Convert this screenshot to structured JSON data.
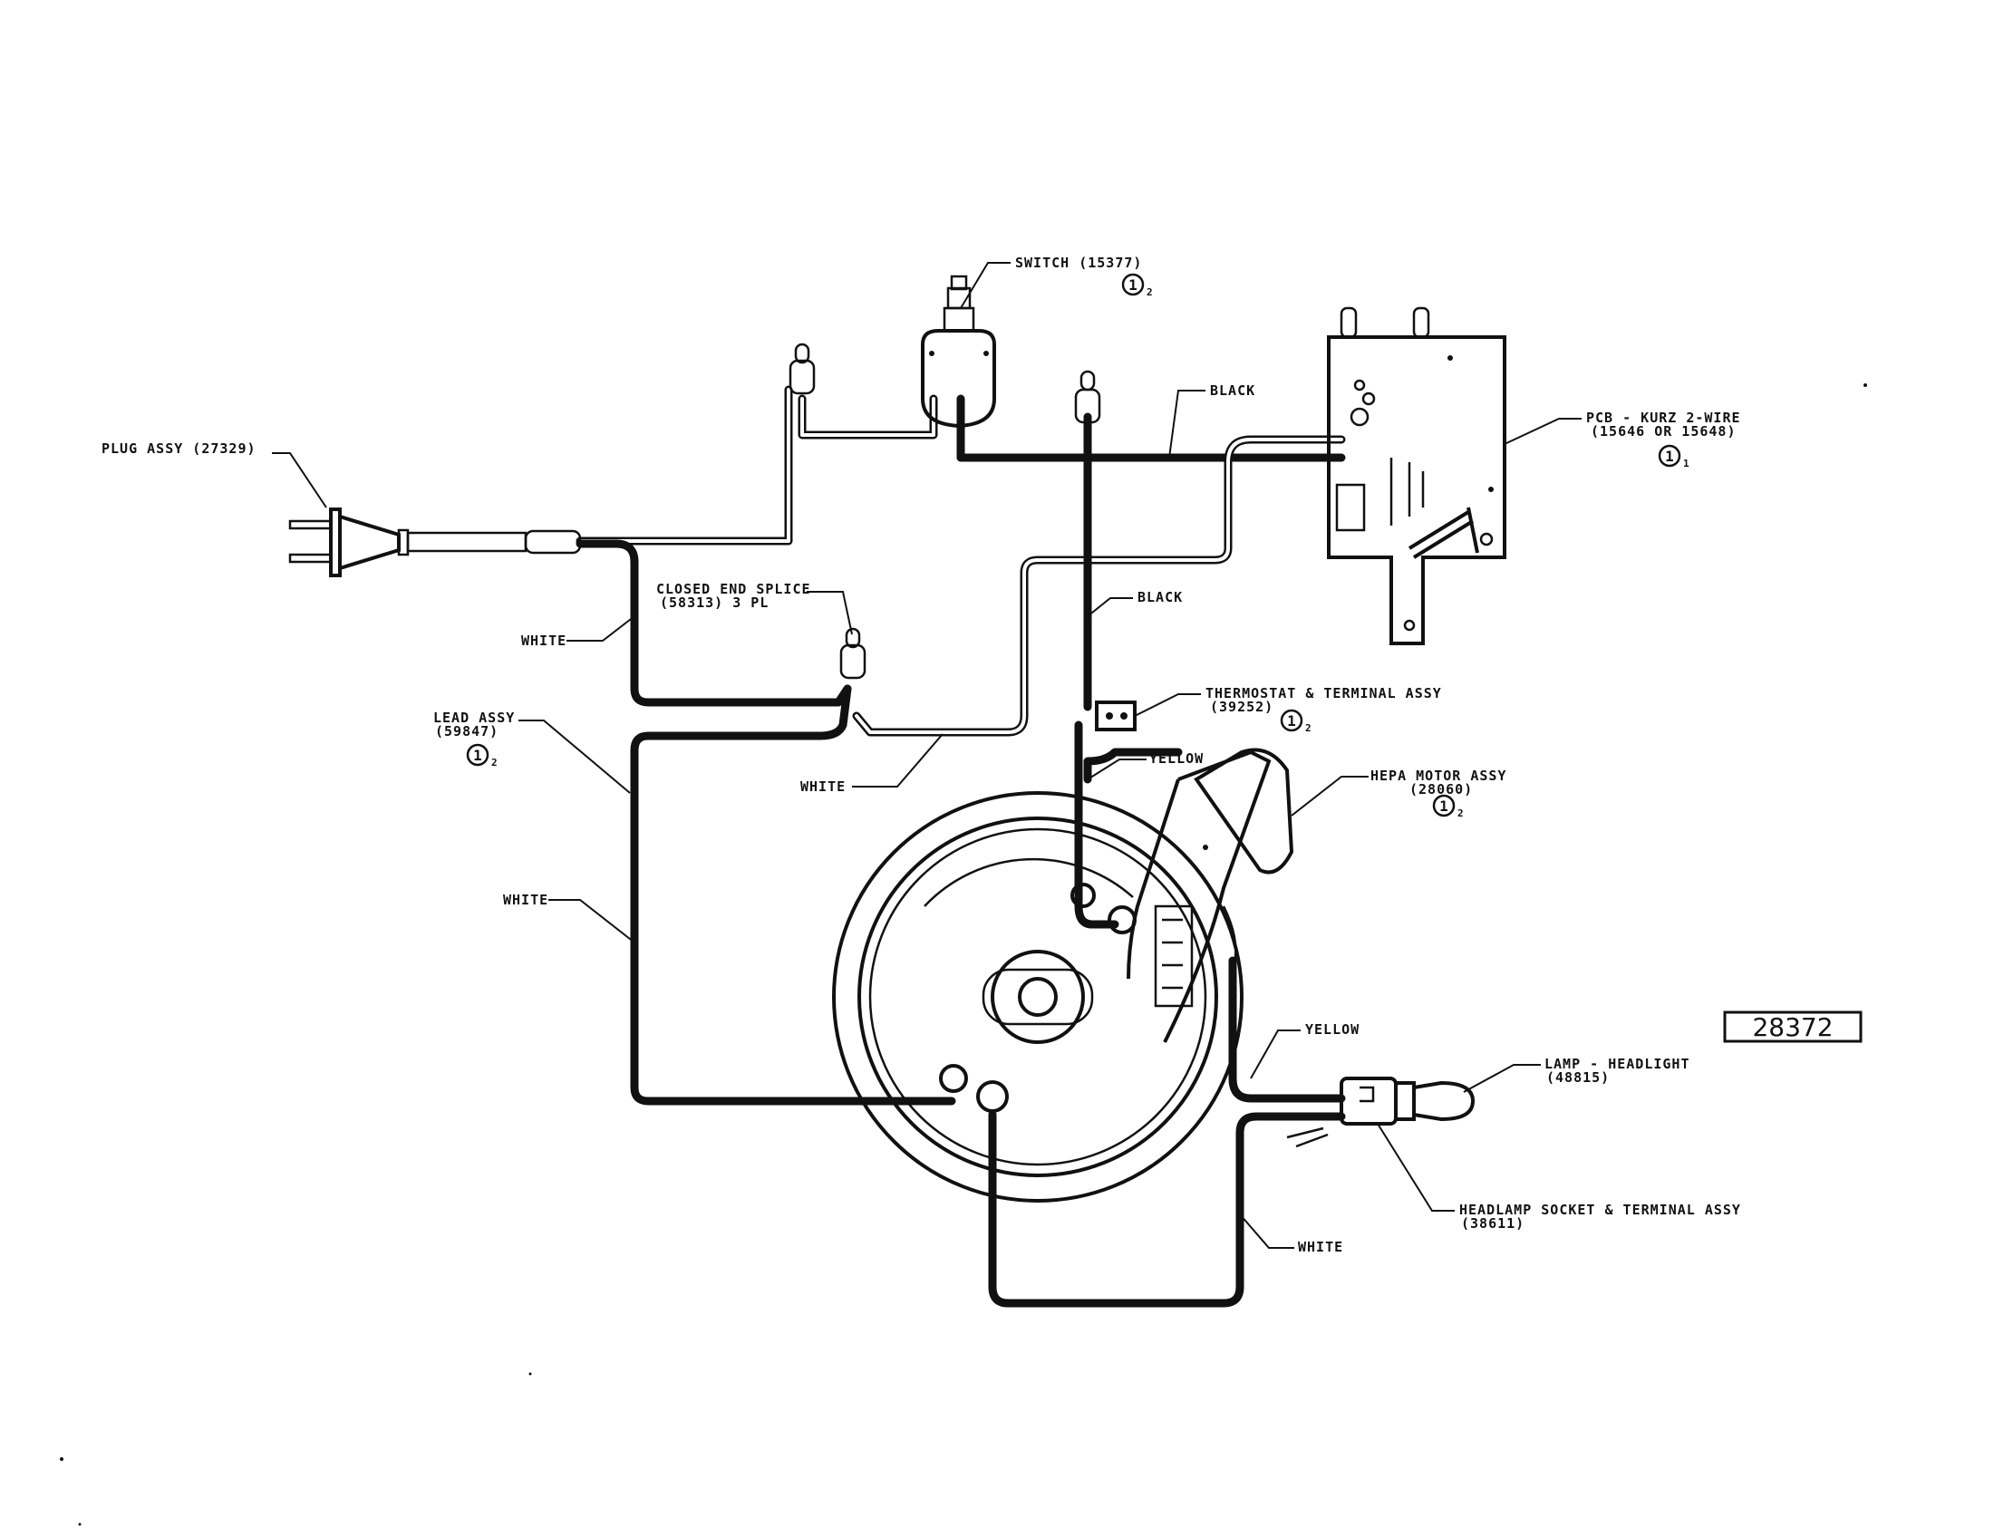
{
  "labels": {
    "switch": "SWITCH (15377)",
    "plug": "PLUG ASSY (27329)",
    "pcb_line1": "PCB - KURZ 2-WIRE",
    "pcb_line2": "(15646 OR 15648)",
    "black_top": "BLACK",
    "black_mid": "BLACK",
    "closed_end_line1": "CLOSED END SPLICE",
    "closed_end_line2": "(58313) 3 PL",
    "white_1": "WHITE",
    "white_2": "WHITE",
    "white_3": "WHITE",
    "white_4": "WHITE",
    "lead_line1": "LEAD ASSY",
    "lead_line2": "(59847)",
    "thermostat_line1": "THERMOSTAT & TERMINAL ASSY",
    "thermostat_line2": "(39252)",
    "yellow_1": "YELLOW",
    "yellow_2": "YELLOW",
    "hepa_line1": "HEPA MOTOR ASSY",
    "hepa_line2": "(28060)",
    "lamp_line1": "LAMP - HEADLIGHT",
    "lamp_line2": "(48815)",
    "socket_line1": "HEADLAMP SOCKET & TERMINAL ASSY",
    "socket_line2": "(38611)"
  },
  "callouts": {
    "switch": {
      "num": "1",
      "sub": "2"
    },
    "pcb": {
      "num": "1",
      "sub": "1"
    },
    "lead": {
      "num": "1",
      "sub": "2"
    },
    "thermostat": {
      "num": "1",
      "sub": "2"
    },
    "hepa": {
      "num": "1",
      "sub": "2"
    }
  },
  "drawing_number": "28372"
}
